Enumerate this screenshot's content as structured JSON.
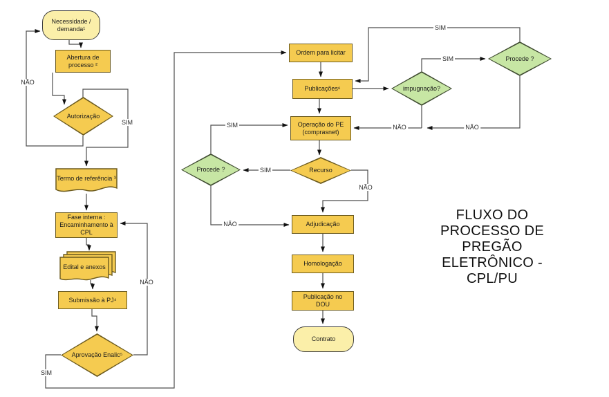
{
  "title": "FLUXO DO PROCESSO DE PREGÃO ELETRÔNICO - CPL/PU",
  "nodes": {
    "necessidade": "Necessidade / demanda¹",
    "abertura": "Abertura de processo ²",
    "autorizacao": "Autorização",
    "termo": "Termo de referência ³",
    "fase_interna": "Fase interna : Encaminhamento à CPL",
    "edital": "Edital e anexos",
    "submissao": "Submissão à PJ⁴",
    "enalic": "Aprovação Enalic⁵",
    "ordem": "Ordem para licitar",
    "publicacoes": "Publicações⁶",
    "operacao": "Operação do PE (comprasnet)",
    "recurso": "Recurso",
    "procede_esq": "Procede ?",
    "adjudicacao": "Adjudicação",
    "homologacao": "Homologação",
    "dou": "Publicação no DOU",
    "contrato": "Contrato",
    "impugnacao": "impugnação?",
    "procede_dir": "Procede ?"
  },
  "edge_labels": {
    "sim": "SIM",
    "nao": "NÃO"
  },
  "colors": {
    "shape_fill": "#F5CB50",
    "shape_stroke": "#6B5A1E",
    "terminator_fill": "#FBEFA9",
    "green_fill": "#C7E6A4",
    "line": "#4D4D4D",
    "arrow": "#111111"
  }
}
